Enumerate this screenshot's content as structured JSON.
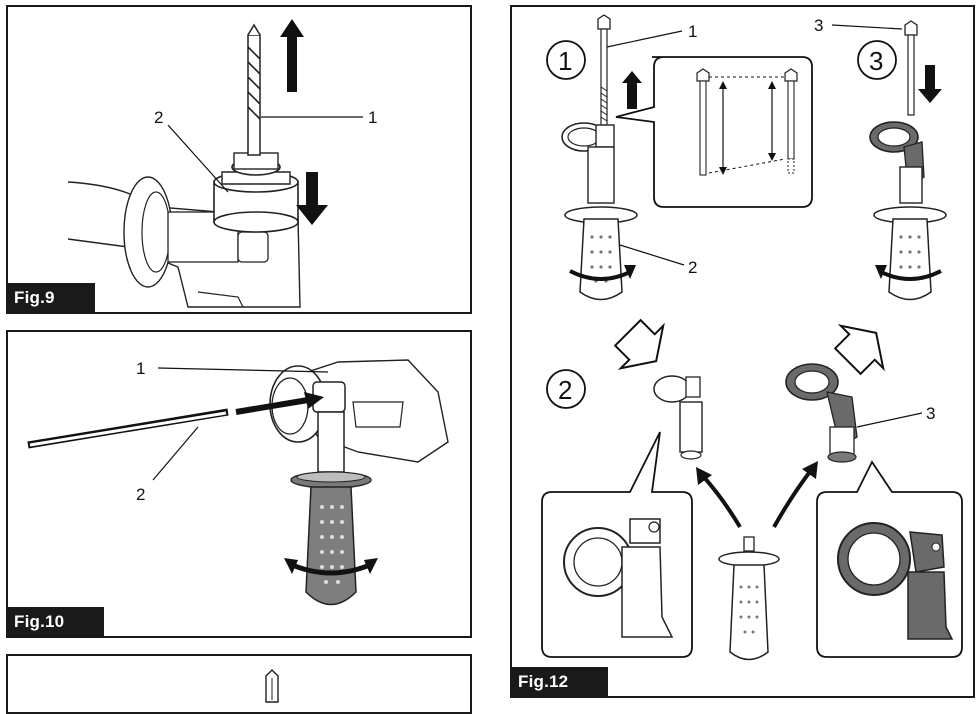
{
  "fig9": {
    "tag": "Fig.9",
    "label_bit": "1",
    "label_chuck": "2"
  },
  "fig10": {
    "tag": "Fig.10",
    "label_hole": "1",
    "label_rod": "2"
  },
  "fig12": {
    "tag": "Fig.12",
    "step1": "1",
    "step2": "2",
    "step3": "3",
    "label_bolt": "1",
    "label_grip": "2",
    "label_adapter_a": "3",
    "label_adapter_b": "3"
  }
}
